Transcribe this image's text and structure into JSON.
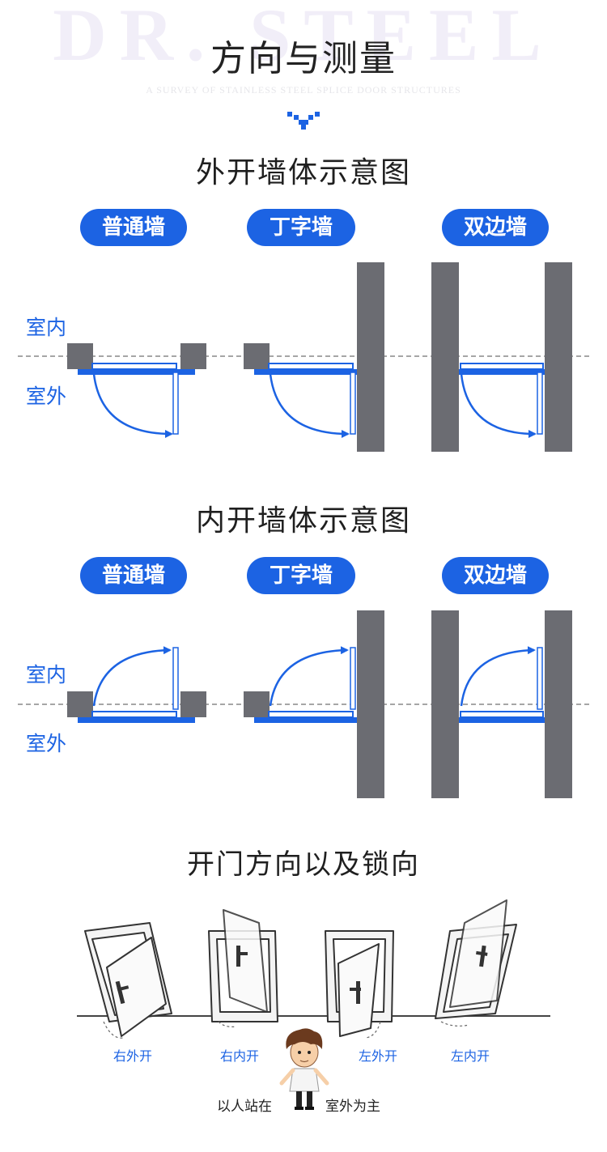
{
  "header": {
    "watermark": "DR. STEEL",
    "title": "方向与测量",
    "subtitle": "A SURVEY OF STAINLESS STEEL SPLICE DOOR STRUCTURES"
  },
  "outward": {
    "title": "外开墙体示意图",
    "tabs": [
      "普通墙",
      "丁字墙",
      "双边墙"
    ],
    "indoor_label": "室内",
    "outdoor_label": "室外"
  },
  "inward": {
    "title": "内开墙体示意图",
    "tabs": [
      "普通墙",
      "丁字墙",
      "双边墙"
    ],
    "indoor_label": "室内",
    "outdoor_label": "室外"
  },
  "doors": {
    "title": "开门方向以及锁向",
    "captions": [
      "右外开",
      "右内开",
      "左外开",
      "左内开"
    ],
    "note_left": "以人站在",
    "note_right": "室外为主"
  },
  "colors": {
    "accent_blue": "#1c63e3",
    "wall_gray": "#6b6c72",
    "line_gray": "#888888"
  }
}
